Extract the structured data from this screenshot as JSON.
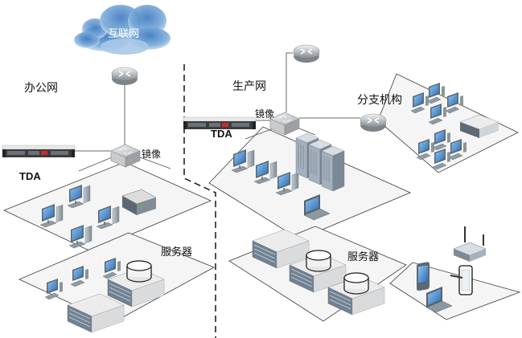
{
  "diagram": {
    "type": "network-topology",
    "cloud": {
      "label": "互联网",
      "icon": "cloud-icon"
    },
    "zones": {
      "office": {
        "label": "办公网",
        "tda_label": "TDA",
        "mirror_label": "镜像",
        "server_label": "服务器"
      },
      "production": {
        "label": "生产网",
        "tda_label": "TDA",
        "mirror_label": "镜像",
        "server_label": "服务器"
      },
      "branch": {
        "label": "分支机构"
      }
    },
    "colors": {
      "cloud": "#5b8fc9",
      "device_gray": "#9aa3ab",
      "screen_blue": "#3f7fc4",
      "plane_fill": "#f4f4f4",
      "plane_stroke": "#555555",
      "line": "#666666",
      "divider": "#222222"
    }
  }
}
